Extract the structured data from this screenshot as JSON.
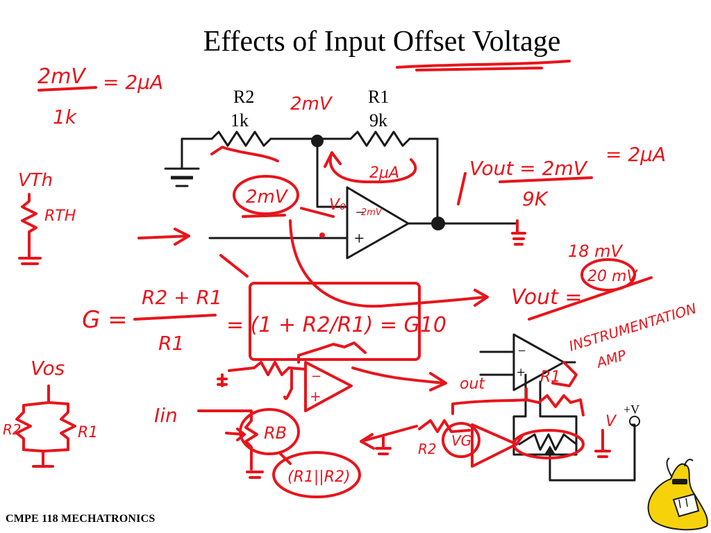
{
  "slide": {
    "title": "Effects of Input Offset Voltage",
    "footer": "CMPE 118 MECHATRONICS"
  },
  "circuit": {
    "r2_label": "R2",
    "r2_value": "1k",
    "r1_label": "R1",
    "r1_value": "9k",
    "opamp_minus": "−",
    "opamp_plus": "+",
    "amp2_minus": "−",
    "amp2_plus": "+",
    "amp3_minus": "−",
    "amp3_plus": "+",
    "supply_label": "+V"
  },
  "annotations": {
    "a1": "2mV",
    "a2": "1k",
    "a3": "= 2μA",
    "a4": "2mV",
    "a5": "2μA",
    "a6": "2mV",
    "a7": "V₀",
    "a8": "2mV",
    "a9": "Vout = 2mV",
    "a10": "9K",
    "a11": "= 2μA",
    "a12": "VTh",
    "a13": "RTH",
    "a14": "G =",
    "a15": "R2 + R1",
    "a16": "R1",
    "a17": "= (1 + R2/R1) = G10",
    "a18": "Vout =",
    "a19": "18 mV",
    "a20": "20 mV",
    "a21": "INSTRUMENTATION",
    "a22": "AMP",
    "a23": "Vos",
    "a24": "R2",
    "a25": "R1",
    "a26": "Iin",
    "a27": "RB",
    "a28": "(R1||R2)",
    "a29": "out",
    "a30": "R1",
    "a31": "R2",
    "a32": "VG",
    "a33": "V"
  },
  "colors": {
    "ink": "#e8141b",
    "wire": "#1a1a1a"
  },
  "icons": {
    "mascot": "banana-slug-icon"
  }
}
